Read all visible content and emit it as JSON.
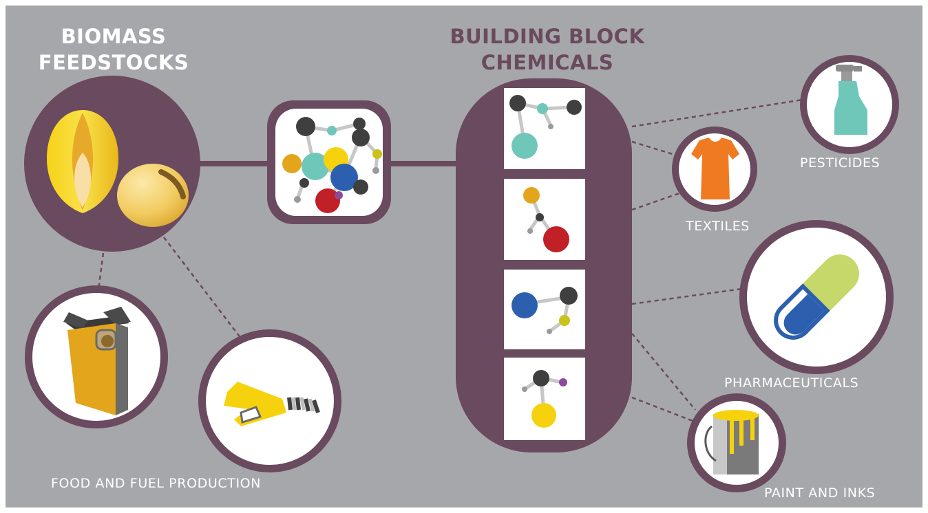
{
  "colors": {
    "background": "#a6a7ab",
    "purple": "#6a4a5e",
    "white": "#ffffff",
    "teal": "#6fc7ba",
    "orange_shirt": "#f07a22",
    "yellow": "#f6d20e",
    "gold": "#e3a51b",
    "blue": "#2c5fae",
    "red": "#c02026",
    "charcoal": "#3f3f3f",
    "lime": "#c6d86a",
    "olive": "#c9c21a",
    "violet": "#8c4a9b"
  },
  "biomass": {
    "title_line1": "BIOMASS",
    "title_line2": "FEEDSTOCKS",
    "icons": [
      "corn-kernel-icon",
      "soybean-icon"
    ]
  },
  "building_blocks": {
    "title_line1": "BUILDING BLOCK",
    "title_line2": "CHEMICALS",
    "molecules": [
      "molecule-1",
      "molecule-2",
      "molecule-3",
      "molecule-4"
    ]
  },
  "labels": {
    "food_fuel": "FOOD AND FUEL PRODUCTION",
    "pesticides": "PESTICIDES",
    "textiles": "TEXTILES",
    "pharmaceuticals": "PHARMACEUTICALS",
    "paint_inks": "PAINT AND INKS"
  },
  "icons": {
    "food_box": "food-box-icon",
    "fuel_nozzle": "fuel-nozzle-icon",
    "spray_bottle": "spray-bottle-icon",
    "shirt": "shirt-icon",
    "pill": "pill-capsule-icon",
    "paint_can": "paint-can-icon",
    "complex_molecule": "complex-molecule-icon"
  }
}
